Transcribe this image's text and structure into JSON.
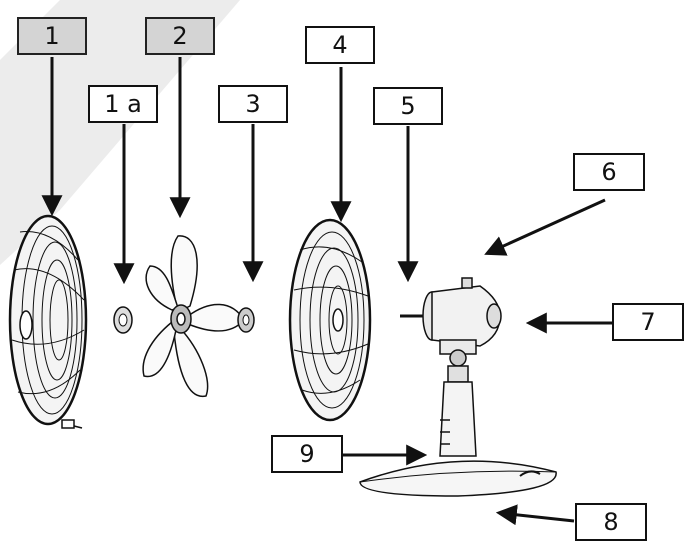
{
  "diagram": {
    "labels": [
      {
        "id": "1",
        "text": "1"
      },
      {
        "id": "1a",
        "text": "1 a"
      },
      {
        "id": "2",
        "text": "2"
      },
      {
        "id": "3",
        "text": "3"
      },
      {
        "id": "4",
        "text": "4"
      },
      {
        "id": "5",
        "text": "5"
      },
      {
        "id": "6",
        "text": "6"
      },
      {
        "id": "7",
        "text": "7"
      },
      {
        "id": "8",
        "text": "8"
      },
      {
        "id": "9",
        "text": "9"
      }
    ],
    "colors": {
      "ink": "#111111",
      "shaded_box": "#d4d4d4",
      "watermark": "#e6e6e6"
    }
  }
}
